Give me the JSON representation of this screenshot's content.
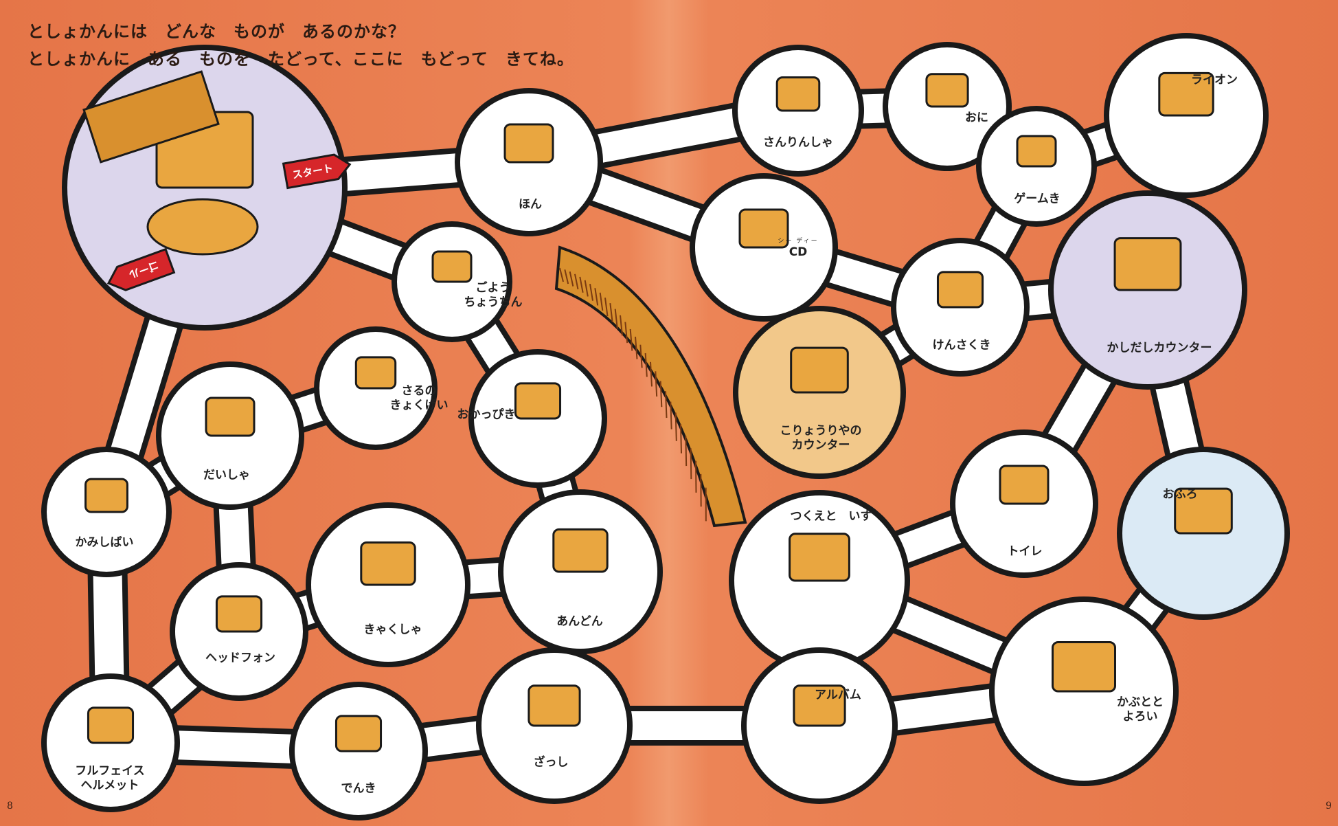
{
  "header": {
    "line1": "としょかんには　どんな　ものが　あるのかな？",
    "line2": "としょかんに　ある　ものを　たどって、ここに　もどって　きてね。"
  },
  "start_sign": "スタート",
  "goal_sign": "ゴール",
  "items": [
    {
      "id": "start",
      "label": ""
    },
    {
      "id": "hon",
      "label": "ほん"
    },
    {
      "id": "sanrinsha",
      "label": "さんりんしゃ"
    },
    {
      "id": "oni",
      "label": "おに"
    },
    {
      "id": "gameki",
      "label": "ゲームき"
    },
    {
      "id": "lion",
      "label": "ライオン"
    },
    {
      "id": "cd",
      "label": "CD",
      "ruby": "シー ディー"
    },
    {
      "id": "kensakuki",
      "label": "けんさくき"
    },
    {
      "id": "kashidashi",
      "label": "かしだしカウンター"
    },
    {
      "id": "goyochochin",
      "label": "ごよう\nちょうちん"
    },
    {
      "id": "saru",
      "label": "さるの\nきょくげい"
    },
    {
      "id": "okappiki",
      "label": "おかっぴき"
    },
    {
      "id": "koryoriya",
      "label": "こりょうりやの\nカウンター"
    },
    {
      "id": "daisha",
      "label": "だいしゃ"
    },
    {
      "id": "kamishibai",
      "label": "かみしばい"
    },
    {
      "id": "toilet",
      "label": "トイレ"
    },
    {
      "id": "ofuro",
      "label": "おふろ"
    },
    {
      "id": "tsukue",
      "label": "つくえと　いす"
    },
    {
      "id": "kyakusha",
      "label": "きゃくしゃ"
    },
    {
      "id": "andon",
      "label": "あんどん"
    },
    {
      "id": "headphone",
      "label": "ヘッドフォン"
    },
    {
      "id": "helmet",
      "label": "フルフェイス\nヘルメット"
    },
    {
      "id": "denki",
      "label": "でんき"
    },
    {
      "id": "zasshi",
      "label": "ざっし"
    },
    {
      "id": "album",
      "label": "アルバム"
    },
    {
      "id": "kabuto",
      "label": "かぶとと\nよろい"
    }
  ],
  "pages": {
    "left": "8",
    "right": "9"
  },
  "colors": {
    "background": "#e97c4f",
    "path": "#ffffff",
    "outline": "#1a1a1a",
    "lavender": "#dcd6ec",
    "shelf": "#d9902e"
  }
}
